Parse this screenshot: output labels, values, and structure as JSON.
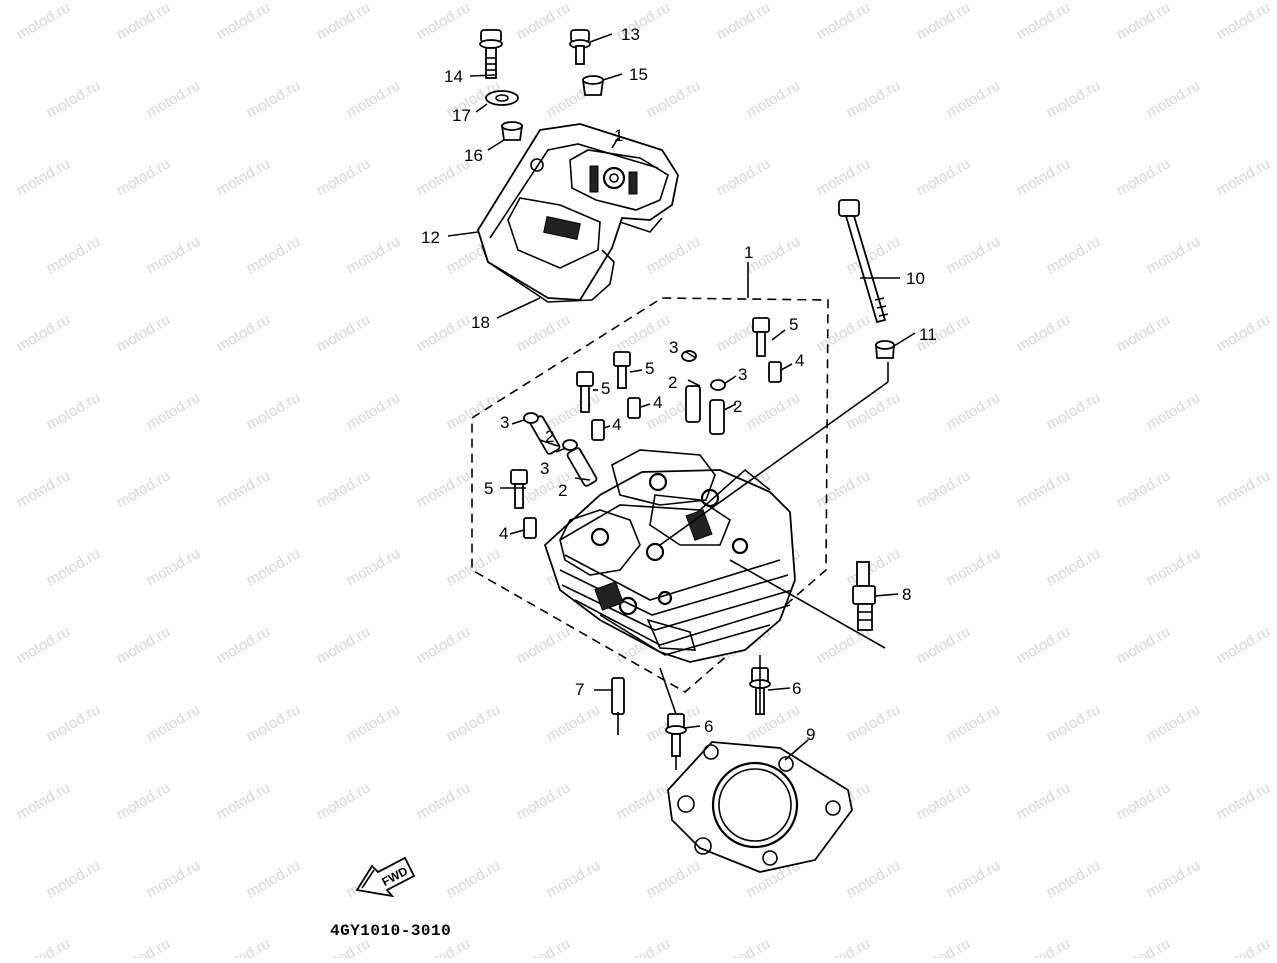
{
  "diagram": {
    "code": "4GY1010-3010",
    "fwd_label": "FWD",
    "watermark": "motod.ru",
    "callouts": [
      "1",
      "1",
      "2",
      "2",
      "2",
      "2",
      "3",
      "3",
      "3",
      "3",
      "4",
      "4",
      "4",
      "4",
      "5",
      "5",
      "5",
      "5",
      "6",
      "6",
      "7",
      "8",
      "9",
      "10",
      "11",
      "12",
      "13",
      "14",
      "15",
      "16",
      "17",
      "18"
    ]
  }
}
